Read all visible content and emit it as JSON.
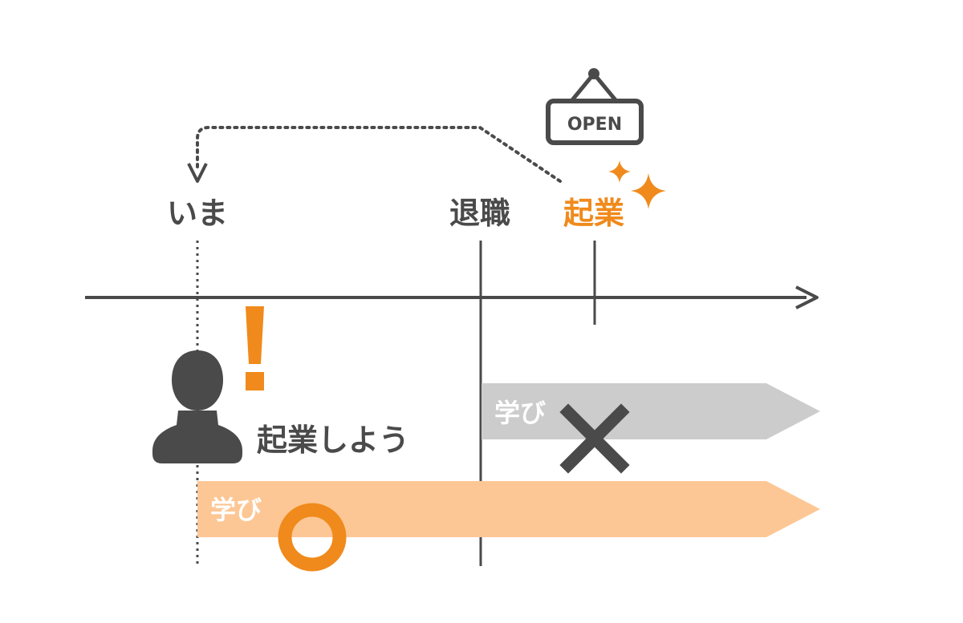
{
  "labels": {
    "now": "いま",
    "retire": "退職",
    "startup": "起業",
    "speech": "起業しよう",
    "learn_gray": "学び",
    "learn_orange": "学び",
    "sign_text": "OPEN",
    "exclamation": "!"
  },
  "colors": {
    "dark": "#4a4a4a",
    "orange": "#f08a1c",
    "orange_light": "#fdc795",
    "gray_bar": "#cccccc"
  },
  "icons": {
    "person": "person-silhouette-icon",
    "sign": "open-sign-icon",
    "sparkle": "sparkle-icon",
    "cross": "cross-mark-icon",
    "circle": "circle-mark-icon",
    "exclamation": "exclamation-icon"
  }
}
